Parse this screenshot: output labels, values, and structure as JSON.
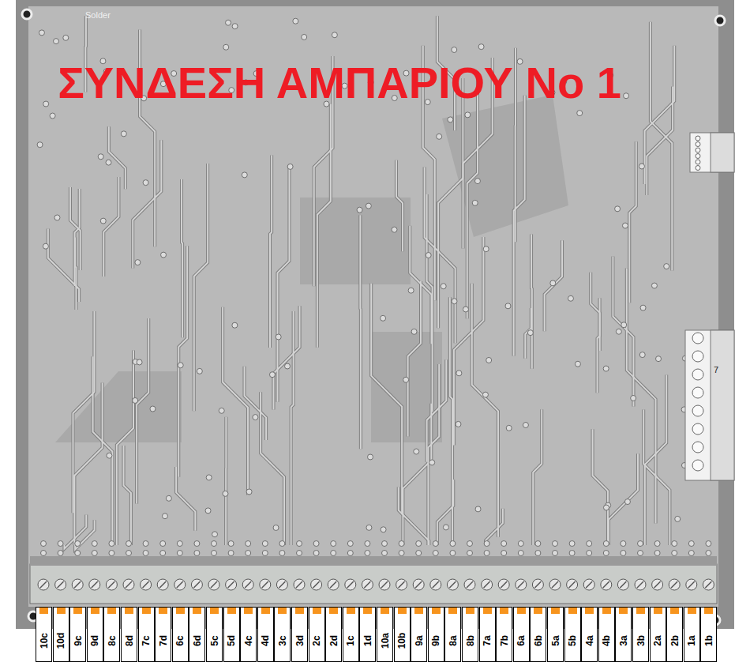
{
  "diagram": {
    "title": "ΣΥΝΔΕΣΗ ΑΜΠΑΡΙΟΥ No 1",
    "nodes": [
      {
        "text": [
          "10c"
        ]
      },
      {
        "text": [
          "10d"
        ]
      },
      {
        "text": [
          "9c"
        ]
      },
      {
        "text": [
          "9d"
        ]
      },
      {
        "text": [
          "8c"
        ]
      },
      {
        "text": [
          "8d"
        ]
      },
      {
        "text": [
          "7c"
        ]
      },
      {
        "text": [
          "7d"
        ]
      },
      {
        "text": [
          "6c"
        ]
      },
      {
        "text": [
          "6d"
        ]
      },
      {
        "text": [
          "5c"
        ]
      },
      {
        "text": [
          "5d"
        ]
      },
      {
        "text": [
          "4c"
        ]
      },
      {
        "text": [
          "4d"
        ]
      },
      {
        "text": [
          "3c"
        ]
      },
      {
        "text": [
          "3d"
        ]
      },
      {
        "text": [
          "2c"
        ]
      },
      {
        "text": [
          "2d"
        ]
      },
      {
        "text": [
          "1c"
        ]
      },
      {
        "text": [
          "1d"
        ]
      },
      {
        "text": [
          "10a"
        ]
      },
      {
        "text": [
          "10b"
        ]
      },
      {
        "text": [
          "9a"
        ]
      },
      {
        "text": [
          "9b"
        ]
      },
      {
        "text": [
          "8a"
        ]
      },
      {
        "text": [
          "8b"
        ]
      },
      {
        "text": [
          "7a"
        ]
      },
      {
        "text": [
          "7b"
        ]
      },
      {
        "text": [
          "6a"
        ]
      },
      {
        "text": [
          "6b"
        ]
      },
      {
        "text": [
          "5a"
        ]
      },
      {
        "text": [
          "5b"
        ]
      },
      {
        "text": [
          "4a"
        ]
      },
      {
        "text": [
          "4b"
        ]
      },
      {
        "text": [
          "3a"
        ]
      },
      {
        "text": [
          "3b"
        ]
      },
      {
        "text": [
          "2a"
        ]
      },
      {
        "text": [
          "2b"
        ]
      },
      {
        "text": [
          "1a"
        ]
      },
      {
        "text": [
          "1b"
        ]
      }
    ],
    "labels": [
      "Solder",
      "7"
    ]
  }
}
